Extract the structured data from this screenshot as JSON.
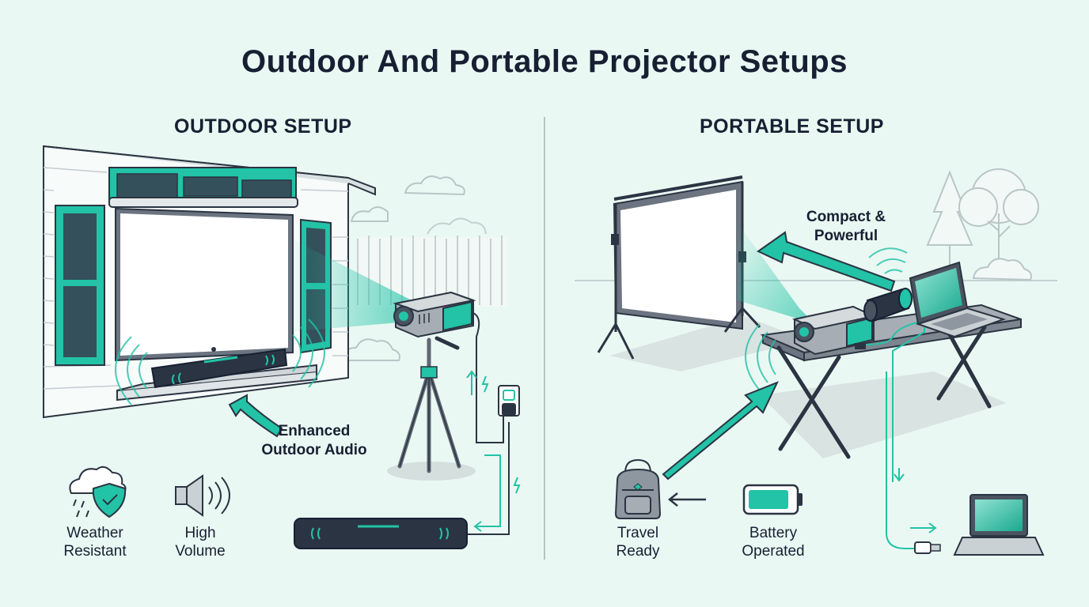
{
  "title": "Outdoor And Portable Projector Setups",
  "sections": {
    "outdoor": {
      "heading": "OUTDOOR SETUP",
      "callout": [
        "Enhanced",
        "Outdoor Audio"
      ],
      "features": [
        {
          "icon": "weather-resistant-icon",
          "label": [
            "Weather",
            "Resistant"
          ]
        },
        {
          "icon": "speaker-volume-icon",
          "label": [
            "High",
            "Volume"
          ]
        }
      ]
    },
    "portable": {
      "heading": "PORTABLE SETUP",
      "callout": [
        "Compact &",
        "Powerful"
      ],
      "features": [
        {
          "icon": "backpack-icon",
          "label": [
            "Travel",
            "Ready"
          ]
        },
        {
          "icon": "battery-icon",
          "label": [
            "Battery",
            "Operated"
          ]
        }
      ]
    }
  },
  "colors": {
    "background": "#eaf8f3",
    "accent": "#22c3a6",
    "outline": "#2b3442",
    "dark_navy": "#172033",
    "screen": "#ffffff",
    "device_grey": "#a7adb4"
  }
}
